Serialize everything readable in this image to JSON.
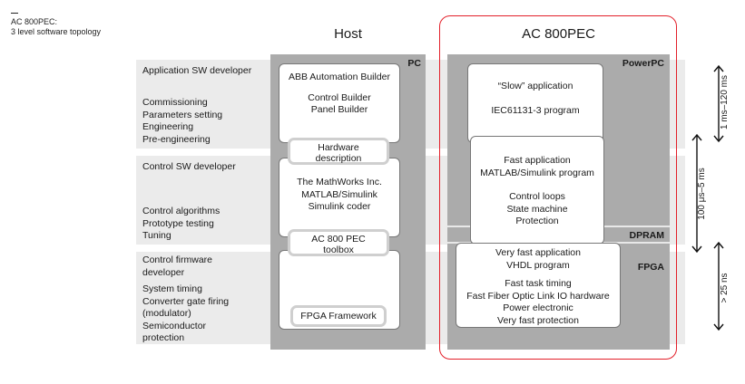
{
  "caption": {
    "line1": "AC 800PEC:",
    "line2": "3 level software topology"
  },
  "columns": {
    "host": "Host",
    "ac800pec": "AC 800PEC"
  },
  "tags": {
    "pc": "PC",
    "powerpc": "PowerPC",
    "dpram": "DPRAM",
    "fpga": "FPGA"
  },
  "roles": {
    "application_dev": "Application SW developer",
    "commissioning": [
      "Commissioning",
      "Parameters setting",
      "Engineering",
      "Pre-engineering"
    ],
    "control_dev": "Control SW developer",
    "control_algorithms": [
      "Control algorithms",
      "Prototype testing",
      "Tuning"
    ],
    "firmware_dev": [
      "Control firmware",
      "developer"
    ],
    "system_timing": [
      "System timing",
      "Converter gate firing",
      "(modulator)",
      "Semiconductor",
      "protection"
    ]
  },
  "host_boxes": {
    "abb_builder": "ABB Automation Builder",
    "control_builder": [
      "Control Builder",
      "Panel Builder"
    ],
    "hardware_description": [
      "Hardware",
      "description"
    ],
    "mathworks": [
      "The MathWorks Inc.",
      "MATLAB/Simulink",
      "Simulink coder"
    ],
    "toolbox": [
      "AC 800 PEC",
      "toolbox"
    ],
    "fpga_framework": "FPGA Framework"
  },
  "pec_boxes": {
    "slow_app": "“Slow” application",
    "iec": "IEC61131-3 program",
    "fast_app": [
      "Fast application",
      "MATLAB/Simulink program"
    ],
    "control_loops": [
      "Control loops",
      "State machine",
      "Protection"
    ],
    "very_fast_app": [
      "Very fast application",
      "VHDL program"
    ],
    "very_fast_details": [
      "Fast task timing",
      "Fast Fiber Optic Link IO hardware",
      "Power electronic",
      "Very fast protection"
    ]
  },
  "timings": {
    "slow": "1 ms–120 ms",
    "fast": "100 μs–5 ms",
    "very_fast": "> 25 ns"
  },
  "colors": {
    "accent_red": "#e3202a",
    "band_gray": "#ebebeb",
    "column_gray": "#ababab"
  }
}
